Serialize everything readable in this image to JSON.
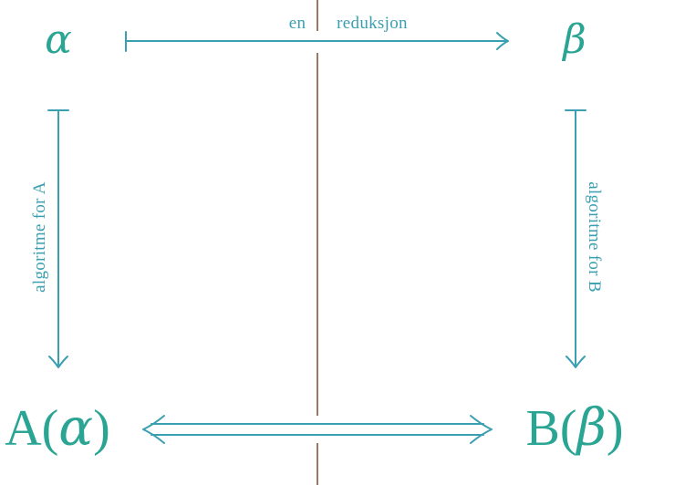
{
  "nodes": {
    "alpha": "α",
    "beta": "β",
    "a_prefix": "A(",
    "a_var": "α",
    "a_suffix": ")",
    "b_prefix": "B(",
    "b_var": "β",
    "b_suffix": ")"
  },
  "edges": {
    "reduction_word_1": "en",
    "reduction_word_2": "reduksjon",
    "algorithm_a": "algoritme for A",
    "algorithm_b": "algoritme for B"
  },
  "colors": {
    "node": "#2aa594",
    "arrow": "#3a9fb0",
    "divider": "#9a7a62"
  }
}
